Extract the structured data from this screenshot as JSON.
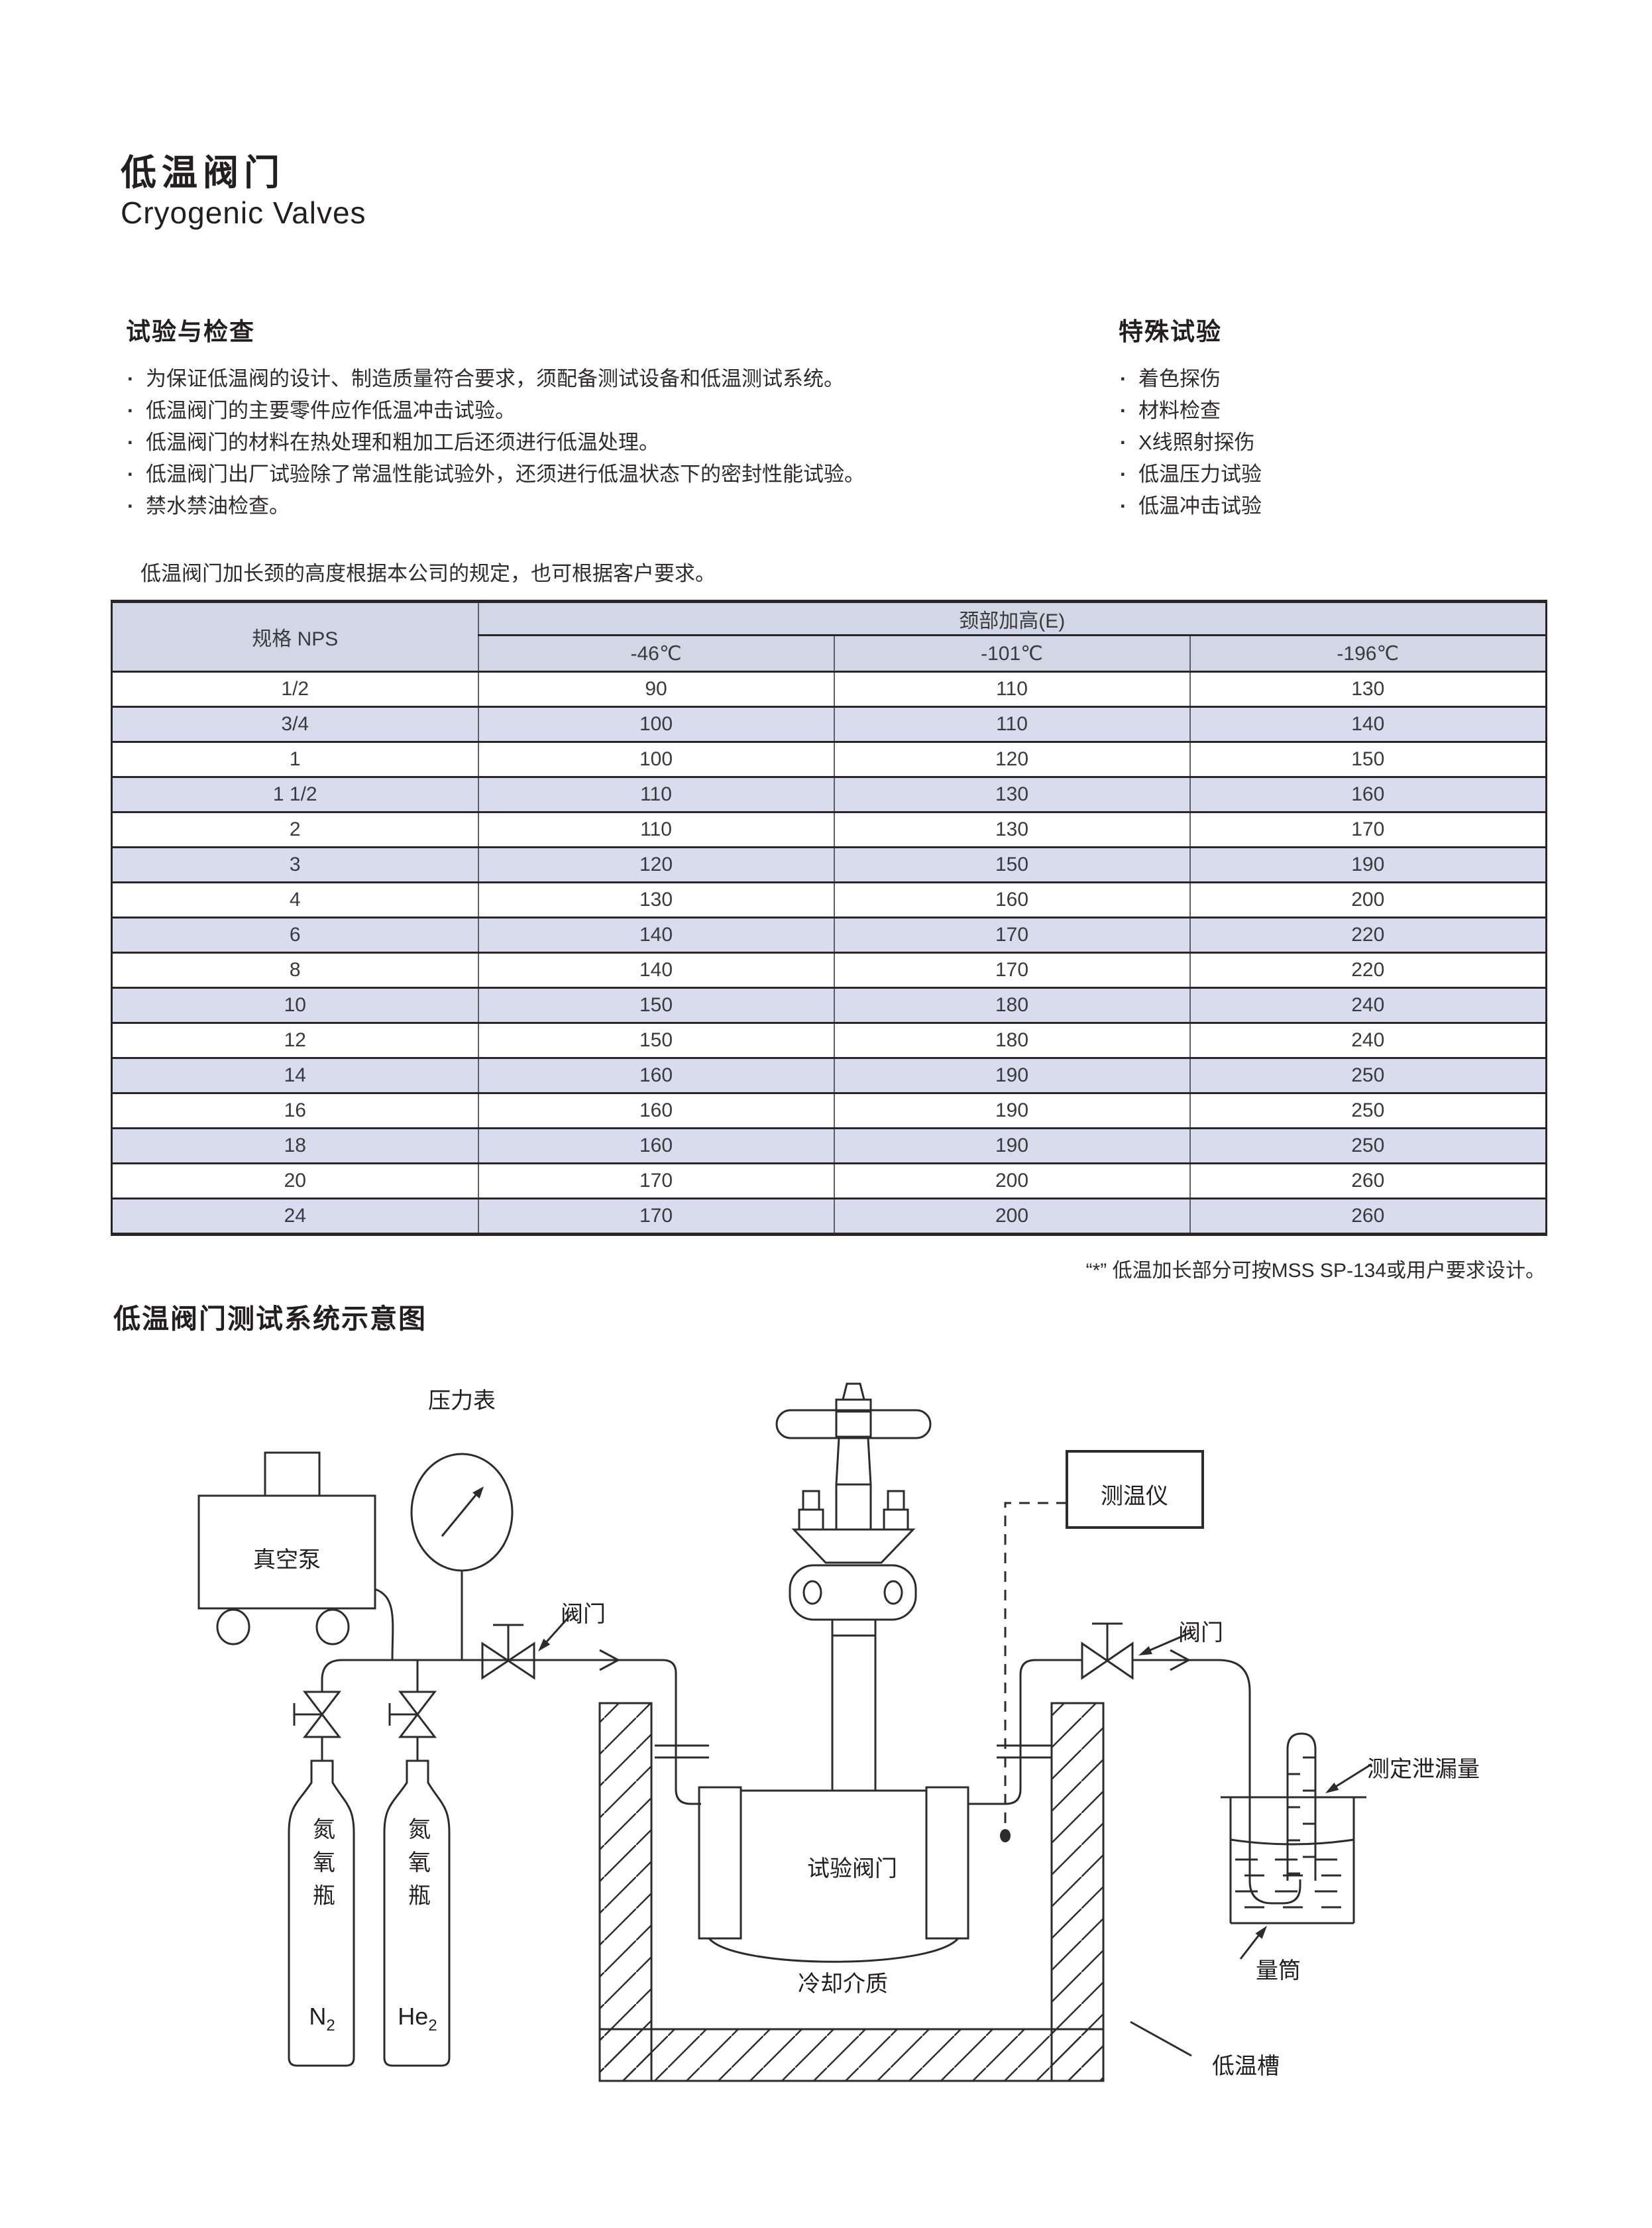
{
  "page": {
    "title_zh": "低温阀门",
    "title_en": "Cryogenic Valves"
  },
  "sections": {
    "test_inspection": {
      "heading": "试验与检查",
      "bullets": [
        "为保证低温阀的设计、制造质量符合要求，须配备测试设备和低温测试系统。",
        "低温阀门的主要零件应作低温冲击试验。",
        "低温阀门的材料在热处理和粗加工后还须进行低温处理。",
        "低温阀门出厂试验除了常温性能试验外，还须进行低温状态下的密封性能试验。",
        "禁水禁油检查。"
      ]
    },
    "special_tests": {
      "heading": "特殊试验",
      "bullets": [
        "着色探伤",
        "材料检查",
        "X线照射探伤",
        "低温压力试验",
        "低温冲击试验"
      ]
    },
    "intro_note": "低温阀门加长颈的高度根据本公司的规定，也可根据客户要求。"
  },
  "table": {
    "col_spec": "规格 NPS",
    "group_header": "颈部加高(E)",
    "temp_headers": [
      "-46℃",
      "-101℃",
      "-196℃"
    ],
    "rows": [
      [
        "1/2",
        "90",
        "110",
        "130"
      ],
      [
        "3/4",
        "100",
        "110",
        "140"
      ],
      [
        "1",
        "100",
        "120",
        "150"
      ],
      [
        "1 1/2",
        "110",
        "130",
        "160"
      ],
      [
        "2",
        "110",
        "130",
        "170"
      ],
      [
        "3",
        "120",
        "150",
        "190"
      ],
      [
        "4",
        "130",
        "160",
        "200"
      ],
      [
        "6",
        "140",
        "170",
        "220"
      ],
      [
        "8",
        "140",
        "170",
        "220"
      ],
      [
        "10",
        "150",
        "180",
        "240"
      ],
      [
        "12",
        "150",
        "180",
        "240"
      ],
      [
        "14",
        "160",
        "190",
        "250"
      ],
      [
        "16",
        "160",
        "190",
        "250"
      ],
      [
        "18",
        "160",
        "190",
        "250"
      ],
      [
        "20",
        "170",
        "200",
        "260"
      ],
      [
        "24",
        "170",
        "200",
        "260"
      ]
    ]
  },
  "footnote": "“*” 低温加长部分可按MSS SP-134或用户要求设计。",
  "diagram": {
    "heading": "低温阀门测试系统示意图",
    "labels": {
      "pressure_gauge": "压力表",
      "vacuum_pump": "真空泵",
      "valve_left": "阀门",
      "valve_right": "阀门",
      "thermometer": "测温仪",
      "test_valve": "试验阀门",
      "cooling_medium": "冷却介质",
      "cryo_tank": "低温槽",
      "measuring_cylinder": "量筒",
      "leakage_note": "测定泄漏量",
      "cylinder_label_left": "氮氧瓶",
      "cylinder_label_right": "氮氧瓶",
      "n2_base": "N",
      "n2_sub": "2",
      "he2_base": "He",
      "he2_sub": "2"
    }
  },
  "colors": {
    "table_header_bg": "#d2d7e6",
    "table_band_bg": "#d8dcec",
    "line_art": "#2e2b2c",
    "text": "#231f20"
  }
}
